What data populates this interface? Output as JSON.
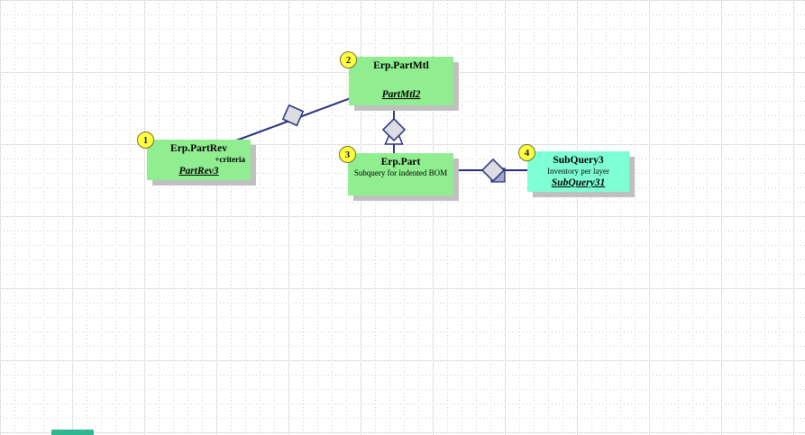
{
  "canvas": {
    "background": "#ffffff",
    "grid_color": "#c9c9c9",
    "connector_color": "#2a2f7c",
    "shadow_color": "#c0c0c0",
    "node_green": "#90ee90",
    "node_cyan": "#7fffd4",
    "badge_fill": "#ffff3b"
  },
  "nodes": [
    {
      "badge": "1",
      "title": "Erp.PartRev",
      "criteria": "+criteria",
      "alias": "PartRev3",
      "fill": "#90ee90"
    },
    {
      "badge": "2",
      "title": "Erp.PartMtl",
      "alias": "PartMtl2",
      "fill": "#90ee90"
    },
    {
      "badge": "3",
      "title": "Erp.Part",
      "subtitle": "Subquery for indented BOM",
      "fill": "#90ee90"
    },
    {
      "badge": "4",
      "title": "SubQuery3",
      "subtitle": "Inventory per layer",
      "alias": "SubQuery31",
      "fill": "#7fffd4"
    }
  ],
  "connections": [
    {
      "from": "Erp.PartRev (PartRev3)",
      "to": "Erp.PartMtl (PartMtl2)",
      "glyph": "diamond"
    },
    {
      "from": "Erp.PartMtl (PartMtl2)",
      "to": "Erp.Part",
      "glyph": "diamond-with-triangle"
    },
    {
      "from": "Erp.Part",
      "to": "SubQuery3 (SubQuery31)",
      "glyph": "diamond-with-square"
    }
  ]
}
